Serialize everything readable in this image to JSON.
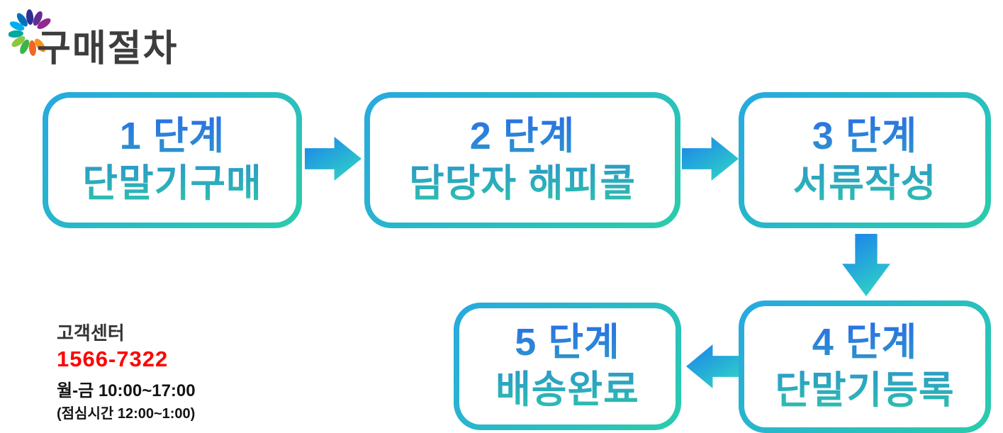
{
  "header": {
    "title": "구매절차",
    "logo_icon": "flower-starburst-icon"
  },
  "steps": [
    {
      "line1": "1 단계",
      "line2": "단말기구매"
    },
    {
      "line1": "2 단계",
      "line2": "담당자 해피콜"
    },
    {
      "line1": "3 단계",
      "line2": "서류작성"
    },
    {
      "line1": "4 단계",
      "line2": "단말기등록"
    },
    {
      "line1": "5 단계",
      "line2": "배송완료"
    }
  ],
  "flow": {
    "order": [
      "step-1",
      "step-2",
      "step-3",
      "step-4",
      "step-5"
    ],
    "arrow_icons": [
      "arrow-right-icon",
      "arrow-right-icon",
      "arrow-down-icon",
      "arrow-left-icon"
    ]
  },
  "customer_center": {
    "label": "고객센터",
    "phone": "1566-7322",
    "hours": "월-금 10:00~17:00",
    "lunch_hours": "(점심시간 12:00~1:00)"
  },
  "colors": {
    "box_border_gradient_start": "#27a9e0",
    "box_border_gradient_end": "#2bccab",
    "step_text_gradient_start": "#2b74e2",
    "step_text_gradient_end": "#2dbfae",
    "arrow_gradient_start": "#1e8de6",
    "arrow_gradient_end": "#2fd2c6",
    "phone_red": "#ff0000",
    "title_gray": "#3d3d3d",
    "background": "#ffffff"
  }
}
